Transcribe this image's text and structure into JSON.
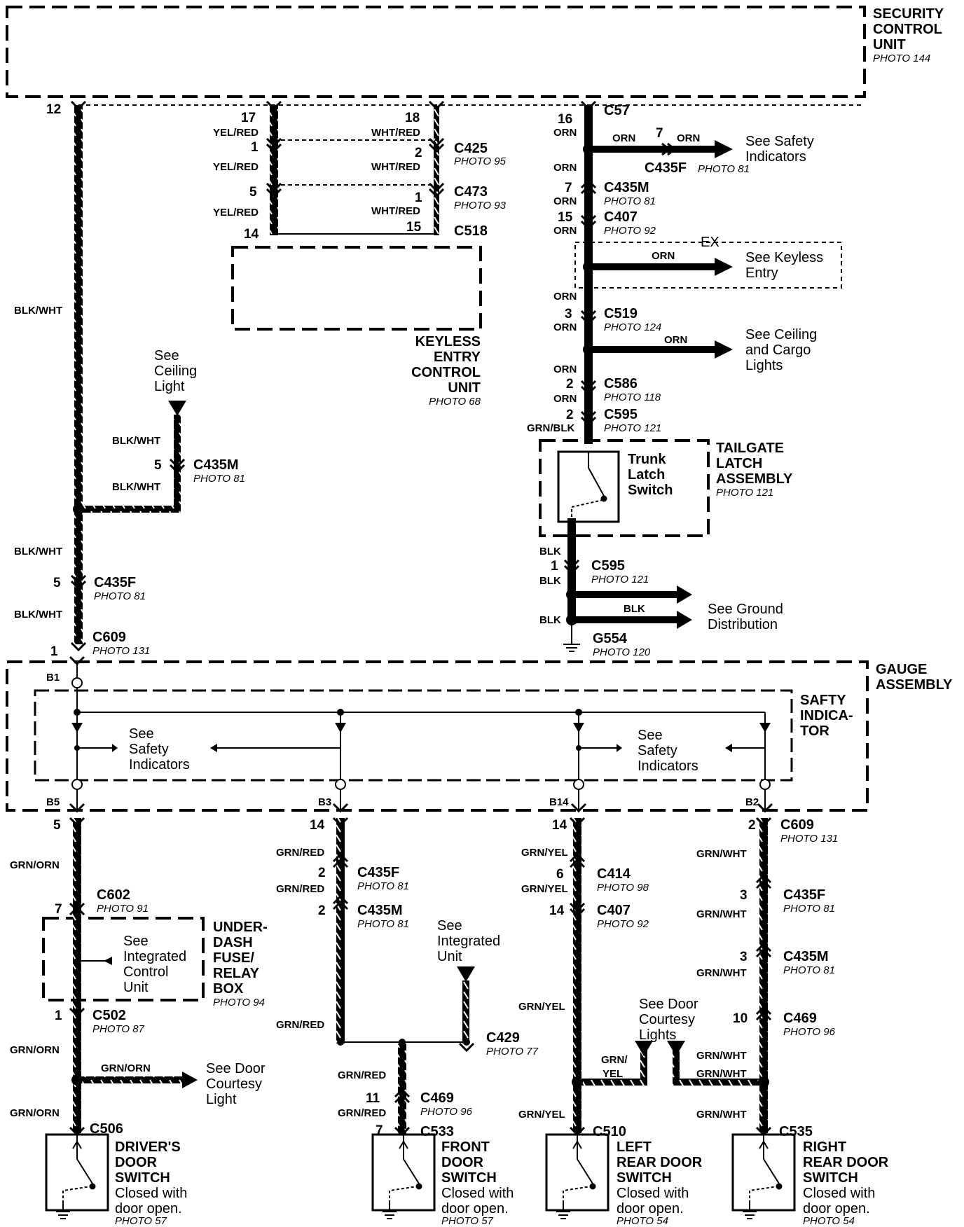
{
  "units": {
    "security": {
      "l1": "SECURITY",
      "l2": "CONTROL",
      "l3": "UNIT",
      "photo": "PHOTO 144"
    },
    "keyless": {
      "l1": "KEYLESS",
      "l2": "ENTRY",
      "l3": "CONTROL",
      "l4": "UNIT",
      "photo": "PHOTO 68"
    },
    "tailgate": {
      "l1": "TAILGATE",
      "l2": "LATCH",
      "l3": "ASSEMBLY",
      "photo": "PHOTO 121"
    },
    "trunk_switch": {
      "l1": "Trunk",
      "l2": "Latch",
      "l3": "Switch"
    },
    "gauge": {
      "l1": "GAUGE",
      "l2": "ASSEMBLY"
    },
    "safty": {
      "l1": "SAFTY",
      "l2": "INDICA-",
      "l3": "TOR"
    },
    "underdash": {
      "l1": "UNDER-",
      "l2": "DASH",
      "l3": "FUSE/",
      "l4": "RELAY",
      "l5": "BOX",
      "photo": "PHOTO 94"
    },
    "drivers_door": {
      "l1": "DRIVER'S",
      "l2": "DOOR",
      "l3": "SWITCH",
      "l4": "Closed with",
      "l5": "door open.",
      "photo": "PHOTO 57"
    },
    "front_door": {
      "l1": "FRONT",
      "l2": "DOOR",
      "l3": "SWITCH",
      "l4": "Closed with",
      "l5": "door open.",
      "photo": "PHOTO 57"
    },
    "left_rear": {
      "l1": "LEFT",
      "l2": "REAR DOOR",
      "l3": "SWITCH",
      "l4": "Closed with",
      "l5": "door open.",
      "photo": "PHOTO 54"
    },
    "right_rear": {
      "l1": "RIGHT",
      "l2": "REAR DOOR",
      "l3": "SWITCH",
      "l4": "Closed with",
      "l5": "door open.",
      "photo": "PHOTO 54"
    }
  },
  "refs": {
    "safety_top": {
      "l1": "See Safety",
      "l2": "Indicators"
    },
    "keyless": {
      "l1": "See Keyless",
      "l2": "Entry",
      "ex": "EX"
    },
    "ceiling_cargo": {
      "l1": "See Ceiling",
      "l2": "and Cargo",
      "l3": "Lights"
    },
    "ground": {
      "l1": "See Ground",
      "l2": "Distribution"
    },
    "ceiling_light": {
      "l1": "See",
      "l2": "Ceiling",
      "l3": "Light"
    },
    "safety_left": {
      "l1": "See",
      "l2": "Safety",
      "l3": "Indicators"
    },
    "safety_right": {
      "l1": "See",
      "l2": "Safety",
      "l3": "Indicators"
    },
    "integrated_box": {
      "l1": "See",
      "l2": "Integrated",
      "l3": "Control",
      "l4": "Unit"
    },
    "integrated_unit": {
      "l1": "See",
      "l2": "Integrated",
      "l3": "Unit"
    },
    "door_courtesy_light": {
      "l1": "See Door",
      "l2": "Courtesy",
      "l3": "Light"
    },
    "door_courtesy_lights": {
      "l1": "See Door",
      "l2": "Courtesy",
      "l3": "Lights"
    }
  },
  "connectors": {
    "c57": "C57",
    "c425": "C425",
    "p95": "PHOTO 95",
    "c473": "C473",
    "p93": "PHOTO 93",
    "c518": "C518",
    "c435f_top": "C435F",
    "p81_top": "PHOTO 81",
    "c435m_1": "C435M",
    "p81_a": "PHOTO 81",
    "c407_1": "C407",
    "p92_a": "PHOTO 92",
    "c519": "C519",
    "p124": "PHOTO 124",
    "c586": "C586",
    "p118": "PHOTO 118",
    "c595_1": "C595",
    "p121_a": "PHOTO 121",
    "c595_2": "C595",
    "p121_b": "PHOTO 121",
    "g554": "G554",
    "p120": "PHOTO 120",
    "c435m_left": "C435M",
    "p81_b": "PHOTO 81",
    "c435f_left": "C435F",
    "p81_c": "PHOTO 81",
    "c609_top": "C609",
    "p131_a": "PHOTO 131",
    "c609_bot": "C609",
    "p131_b": "PHOTO 131",
    "c602": "C602",
    "p91": "PHOTO 91",
    "c502": "C502",
    "p87": "PHOTO 87",
    "c506": "C506",
    "c435f_b": "C435F",
    "p81_d": "PHOTO 81",
    "c435m_b": "C435M",
    "p81_e": "PHOTO 81",
    "c429": "C429",
    "p77": "PHOTO 77",
    "c469_a": "C469",
    "p96_a": "PHOTO 96",
    "c533": "C533",
    "c414": "C414",
    "p98": "PHOTO 98",
    "c407_2": "C407",
    "p92_b": "PHOTO 92",
    "c510": "C510",
    "c435f_r": "C435F",
    "p81_f": "PHOTO 81",
    "c435m_r": "C435M",
    "p81_g": "PHOTO 81",
    "c469_b": "C469",
    "p96_b": "PHOTO 96",
    "c535": "C535"
  },
  "wires": {
    "blkwht": "BLK/WHT",
    "yelred": "YEL/RED",
    "whtred": "WHT/RED",
    "orn": "ORN",
    "grnblk": "GRN/BLK",
    "blk": "BLK",
    "grnorn": "GRN/ORN",
    "grnred": "GRN/RED",
    "grnyel": "GRN/YEL",
    "grnwht": "GRN/WHT",
    "grn_split": "GRN/",
    "yel_split": "YEL"
  },
  "pins": {
    "p12": "12",
    "p17": "17",
    "p1a": "1",
    "p5a": "5",
    "p14a": "14",
    "p18": "18",
    "p2a": "2",
    "p1b": "1",
    "p15a": "15",
    "p16": "16",
    "p7a": "7",
    "p7b": "7",
    "p15b": "15",
    "p3a": "3",
    "p2b": "2",
    "p2c": "2",
    "p1c": "1",
    "p5b": "5",
    "p5c": "5",
    "p1d": "1",
    "b1": "B1",
    "b5": "B5",
    "b3": "B3",
    "b14": "B14",
    "b2": "B2",
    "p5d": "5",
    "p7c": "7",
    "p1e": "1",
    "p14b": "14",
    "p2d": "2",
    "p2e": "2",
    "p11": "11",
    "p7d": "7",
    "p14c": "14",
    "p6": "6",
    "p14d": "14",
    "p2f": "2",
    "p3b": "3",
    "p3c": "3",
    "p10": "10"
  }
}
